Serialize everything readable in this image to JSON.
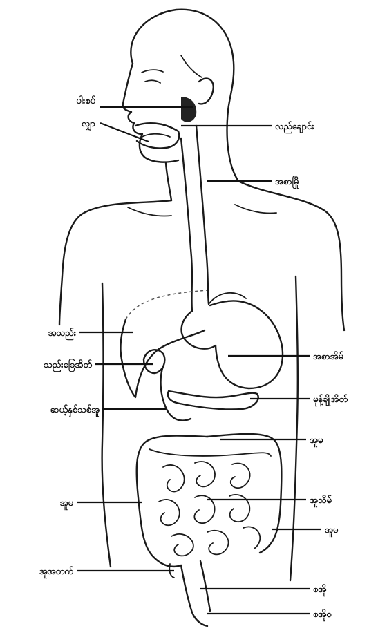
{
  "labels": {
    "mouth_left": "ပါးစပ်",
    "tongue_left": "လျှာ",
    "throat_right": "လည်ချောင်း",
    "esophagus_right": "အစာမြို",
    "liver_left": "အသည်း",
    "gallbladder_left": "သည်းခြေအိတ်",
    "duodenum_left": "ဆယ့်နှစ်သစ်အူ",
    "stomach_right": "အစာအိမ်",
    "pancreas_right": "မုန့်ချိုအိတ်",
    "colon_right": "အူမ",
    "large_intestine_left": "အူမ",
    "small_intestine_right": "အူသိမ်",
    "colon_right_lower": "အူမ",
    "appendix_left": "အူအတက်",
    "rectum_right": "စအို",
    "anus_right": "စအိုဝ"
  }
}
